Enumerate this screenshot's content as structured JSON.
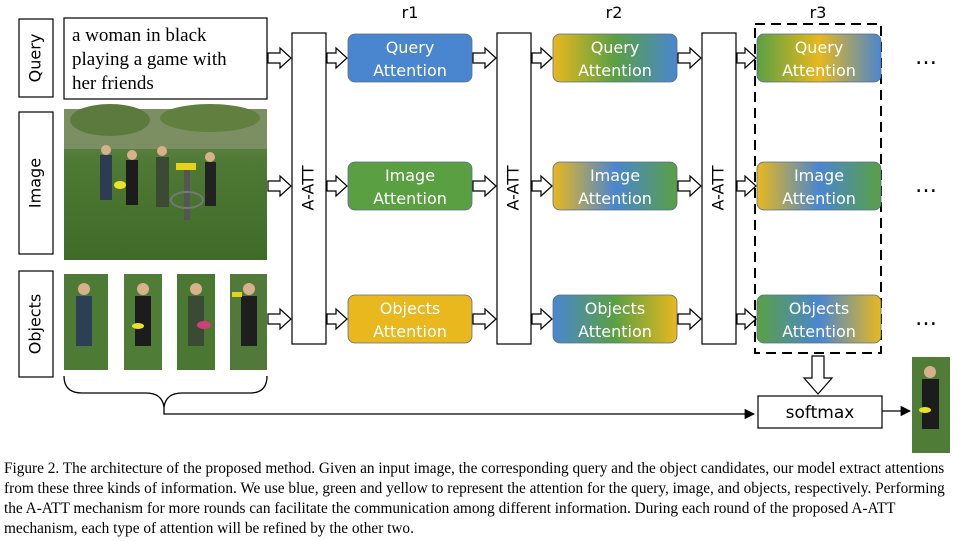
{
  "inputs": {
    "query_label": "Query",
    "image_label": "Image",
    "objects_label": "Objects",
    "query_text_lines": [
      "a woman in black",
      "playing a game with",
      "her friends"
    ]
  },
  "aatt_label": "A-ATT",
  "rounds": [
    {
      "label": "r1",
      "cells": [
        {
          "line1": "Query",
          "line2": "Attention",
          "colors": [
            "#4a86d0",
            "#4a86d0",
            "#4a86d0"
          ]
        },
        {
          "line1": "Image",
          "line2": "Attention",
          "colors": [
            "#5aa043",
            "#5aa043",
            "#5aa043"
          ]
        },
        {
          "line1": "Objects",
          "line2": "Attention",
          "colors": [
            "#e8b81e",
            "#e8b81e",
            "#e8b81e"
          ]
        }
      ]
    },
    {
      "label": "r2",
      "cells": [
        {
          "line1": "Query",
          "line2": "Attention",
          "colors": [
            "#e8b81e",
            "#5aa043",
            "#4a86d0"
          ]
        },
        {
          "line1": "Image",
          "line2": "Attention",
          "colors": [
            "#e8b81e",
            "#4a86d0",
            "#5aa043"
          ]
        },
        {
          "line1": "Objects",
          "line2": "Attention",
          "colors": [
            "#4a86d0",
            "#5aa043",
            "#e8b81e"
          ]
        }
      ]
    },
    {
      "label": "r3",
      "cells": [
        {
          "line1": "Query",
          "line2": "Attention",
          "colors": [
            "#5aa043",
            "#e8b81e",
            "#4a86d0"
          ]
        },
        {
          "line1": "Image",
          "line2": "Attention",
          "colors": [
            "#e8b81e",
            "#4a86d0",
            "#5aa043"
          ]
        },
        {
          "line1": "Objects",
          "line2": "Attention",
          "colors": [
            "#5aa043",
            "#4a86d0",
            "#e8b81e"
          ]
        }
      ]
    }
  ],
  "ellipsis": "…",
  "softmax_label": "softmax",
  "caption": "Figure 2. The architecture of the proposed method. Given an input image, the corresponding query and the object candidates, our model extract attentions from these three kinds of information. We use blue, green and yellow to represent the attention for the query, image, and objects, respectively. Performing the A-ATT mechanism for more rounds can facilitate the communication among different information. During each round of the proposed A-ATT mechanism, each type of attention will be refined by the other two."
}
